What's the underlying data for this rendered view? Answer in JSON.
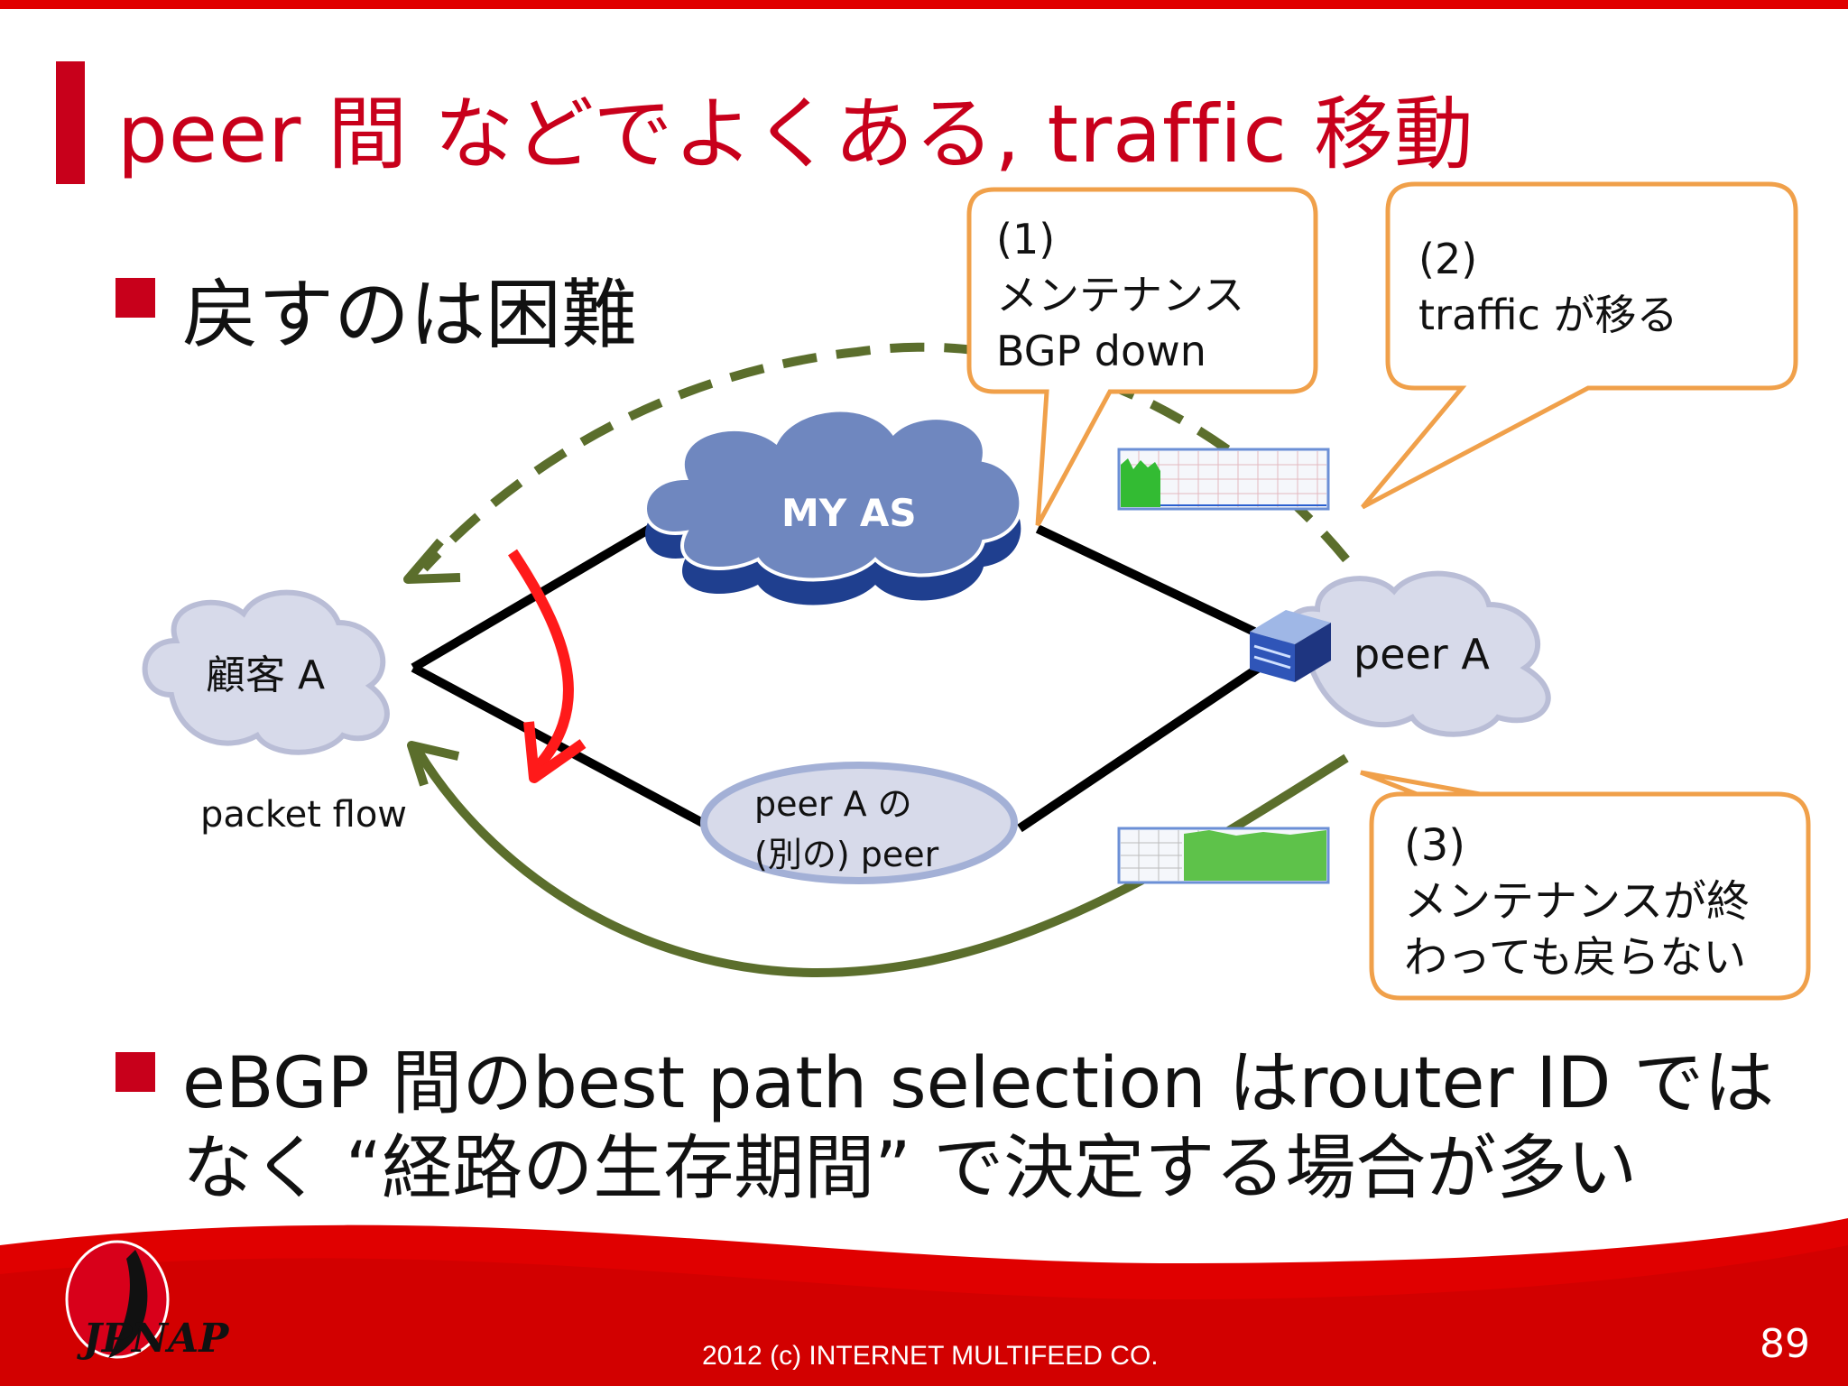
{
  "slide": {
    "title": "peer 間 などでよくある,  traffic 移動",
    "bullet1": "戻すのは困難",
    "bullet2_line1": "eBGP 間のbest path selection はrouter ID では",
    "bullet2_line2": "なく “経路の生存期間” で決定する場合が多い",
    "footer": "2012 (c) INTERNET MULTIFEED CO.",
    "page_number": "89",
    "logo_text": "JPNAP"
  },
  "diagram": {
    "my_as_label": "MY AS",
    "customer_label": "顧客 A",
    "peer_a_label": "peer A",
    "other_peer_line1": "peer A の",
    "other_peer_line2": "(別の) peer",
    "packet_flow_label": "packet flow",
    "callout1": [
      "(1)",
      "メンテナンス",
      "BGP down"
    ],
    "callout2": [
      "(2)",
      "traffic が移る"
    ],
    "callout3": [
      "(3)",
      "メンテナンスが終",
      "わっても戻らない"
    ]
  },
  "colors": {
    "accent_red": "#c8001b",
    "callout_border": "#f0a04a",
    "arrow_green": "#5b6e2c",
    "cloud_blue": "#6f87bf",
    "cloud_light": "#d7daea"
  }
}
